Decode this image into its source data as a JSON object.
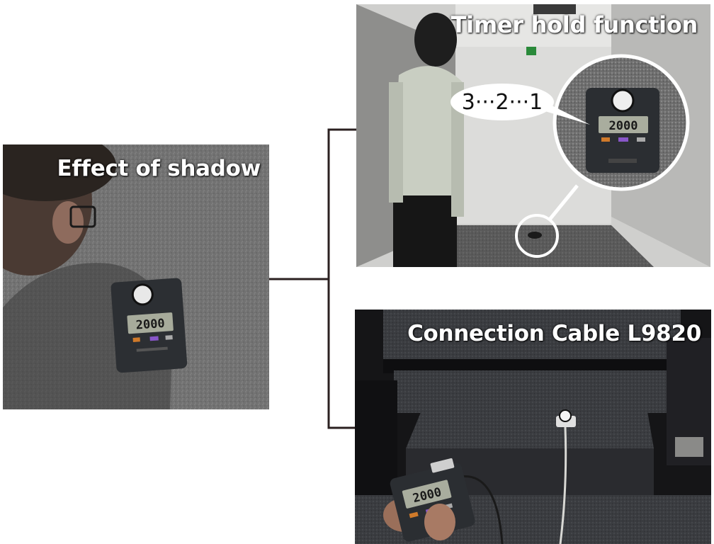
{
  "panels": {
    "shadow": {
      "caption": "Effect of shadow",
      "meter_display": "2000"
    },
    "timer": {
      "caption": "Timer hold function",
      "countdown": "3···2···1",
      "meter_display": "2000"
    },
    "cable": {
      "caption": "Connection Cable L9820",
      "meter_display": "2000"
    }
  },
  "colors": {
    "connector_line": "#2b2020",
    "caption_text": "#ffffff",
    "callout_circle": "#ffffff"
  }
}
